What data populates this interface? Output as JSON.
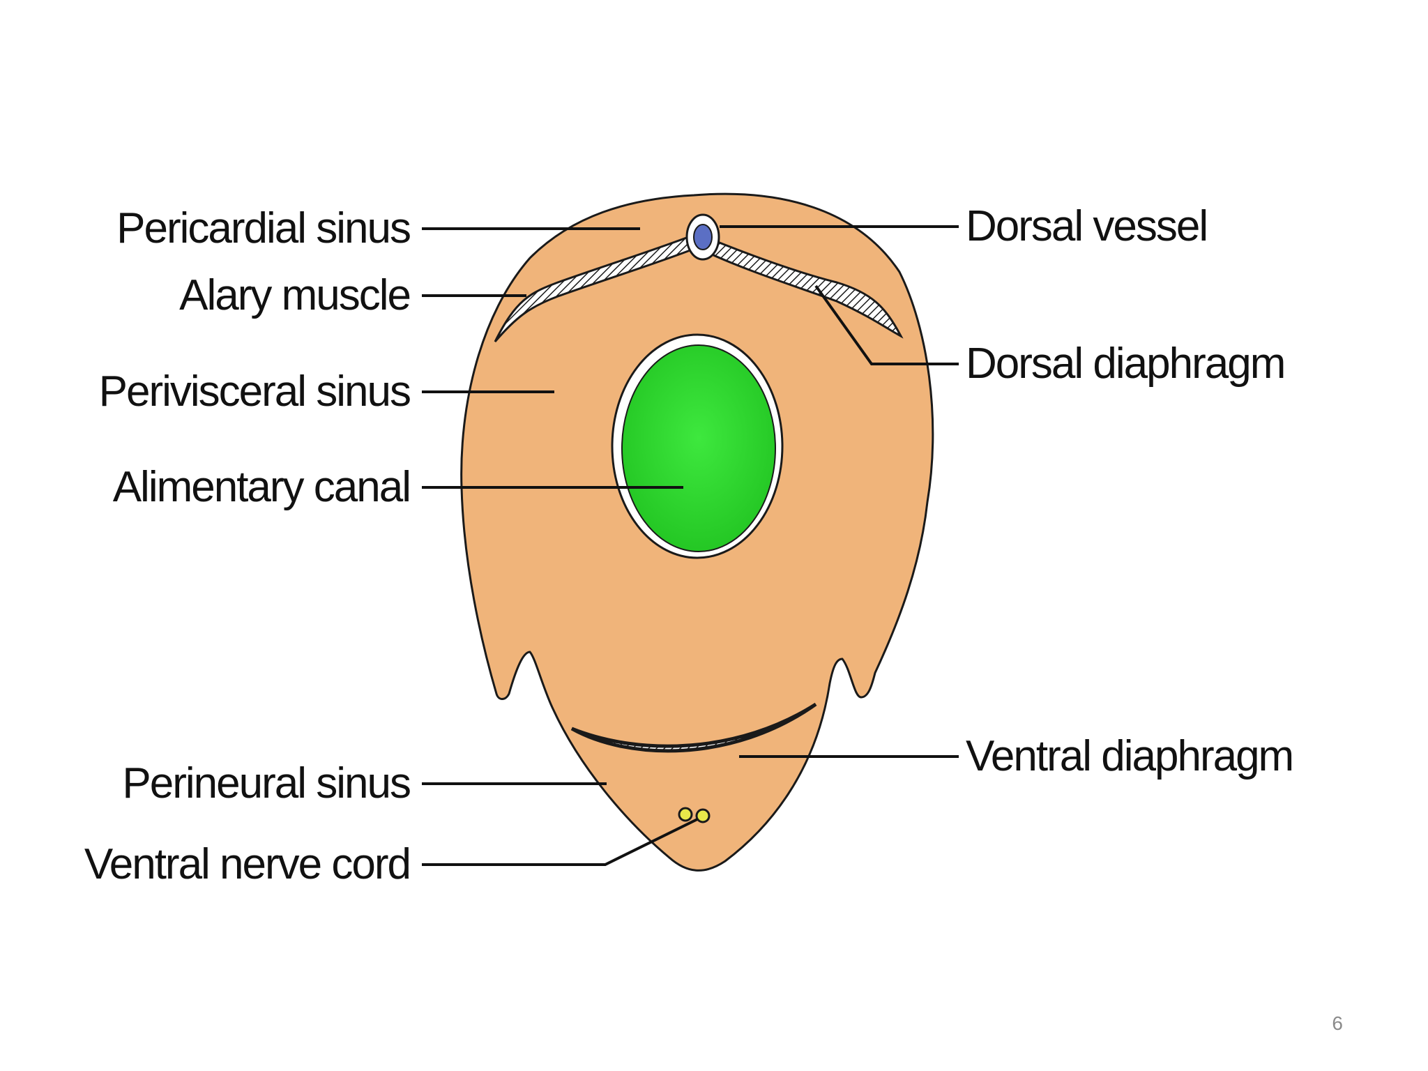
{
  "labels": {
    "pericardial_sinus": "Pericardial sinus",
    "alary_muscle": "Alary muscle",
    "perivisceral_sinus": "Perivisceral sinus",
    "alimentary_canal": "Alimentary canal",
    "perineural_sinus": "Perineural sinus",
    "ventral_nerve_cord": "Ventral nerve cord",
    "dorsal_vessel": "Dorsal vessel",
    "dorsal_diaphragm": "Dorsal diaphragm",
    "ventral_diaphragm": "Ventral diaphragm"
  },
  "page_number": "6",
  "colors": {
    "body_fill": "#f0b47a",
    "gut_fill": "#2ed22e",
    "vessel_fill": "#5b6fc4",
    "nerve_fill": "#e8e84a",
    "outline": "#1a1a1a"
  }
}
